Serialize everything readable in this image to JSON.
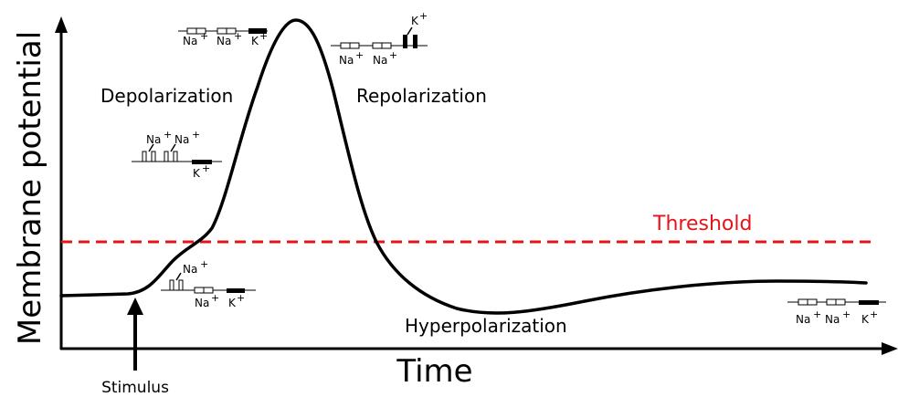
{
  "diagram": {
    "y_axis_label": "Membrane potential",
    "x_axis_label": "Time",
    "threshold_label": "Threshold",
    "stimulus_label": "Stimulus",
    "phases": {
      "depolarization": "Depolarization",
      "repolarization": "Repolarization",
      "hyperpolarization": "Hyperpolarization"
    },
    "ions": {
      "na": "Na",
      "k": "K",
      "plus": "+"
    },
    "colors": {
      "threshold": "#e3151a",
      "curve": "#000000",
      "axis": "#000000"
    }
  }
}
